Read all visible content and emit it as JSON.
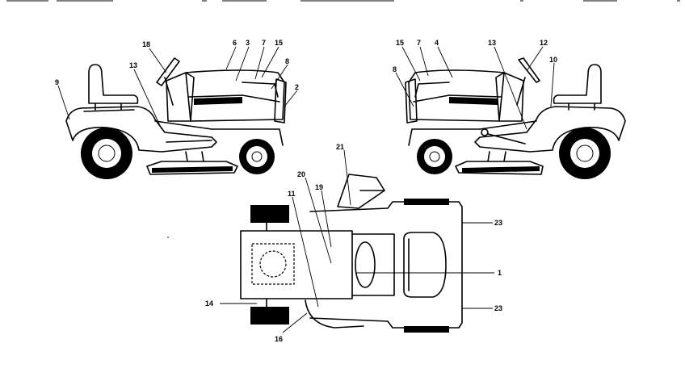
{
  "header": {
    "segments": [
      "",
      "",
      "",
      "",
      ""
    ]
  },
  "callouts": {
    "left_view": {
      "c18": "18",
      "c6": "6",
      "c3": "3",
      "c7": "7",
      "c15": "15",
      "c8": "8",
      "c13": "13",
      "c9": "9",
      "c2": "2"
    },
    "right_view": {
      "c15": "15",
      "c7": "7",
      "c4": "4",
      "c13": "13",
      "c12": "12",
      "c8": "8",
      "c10": "10"
    },
    "top_view": {
      "c21": "21",
      "c20": "20",
      "c19": "19",
      "c11": "11",
      "c23a": "23",
      "c1": "1",
      "c14": "14",
      "c23b": "23",
      "c16": "16"
    }
  }
}
